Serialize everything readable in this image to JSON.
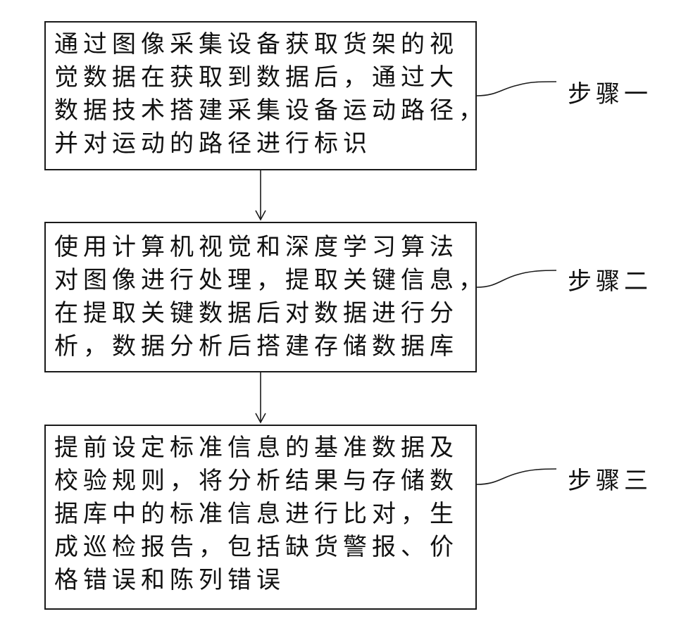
{
  "steps": [
    {
      "label": "步骤一",
      "lines": [
        "通过图像采集设备获取货架的视",
        "觉数据在获取到数据后，通过大",
        "数据技术搭建采集设备运动路径，",
        "并对运动的路径进行标识"
      ]
    },
    {
      "label": "步骤二",
      "lines": [
        "使用计算机视觉和深度学习算法",
        "对图像进行处理，提取关键信息，",
        "在提取关键数据后对数据进行分",
        "析，数据分析后搭建存储数据库"
      ]
    },
    {
      "label": "步骤三",
      "lines": [
        "提前设定标准信息的基准数据及",
        "校验规则，将分析结果与存储数",
        "据库中的标准信息进行比对，生",
        "成巡检报告，包括缺货警报、价",
        "格错误和陈列错误"
      ]
    }
  ],
  "colors": {
    "stroke": "#1a1a1a",
    "text": "#111111",
    "background": "#ffffff"
  }
}
